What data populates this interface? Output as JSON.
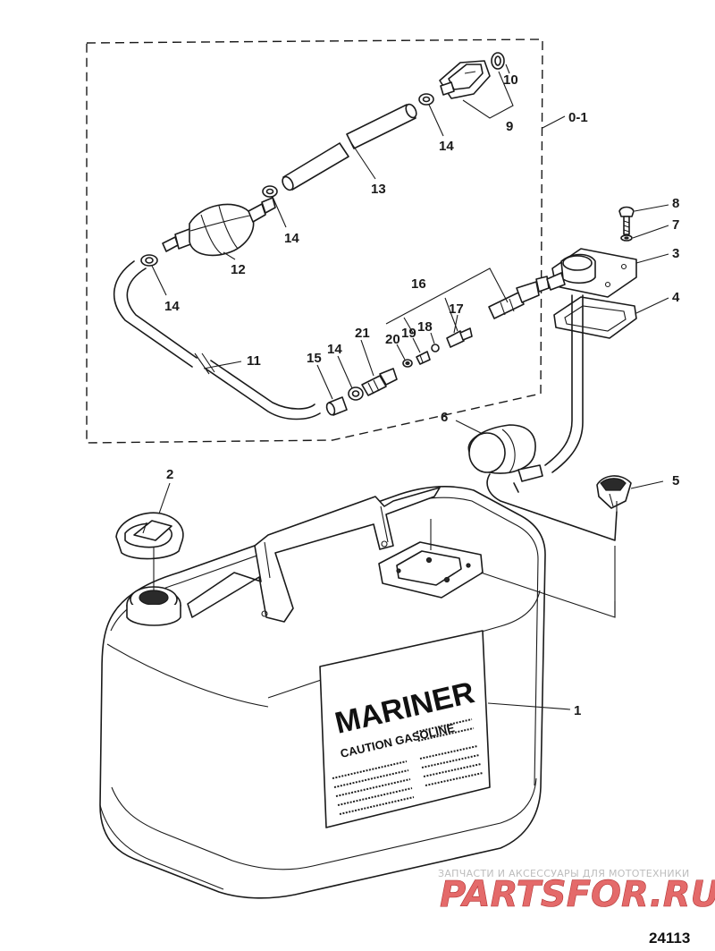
{
  "callouts": {
    "c1": "1",
    "c2": "2",
    "c3": "3",
    "c4": "4",
    "c5": "5",
    "c6": "6",
    "c7": "7",
    "c8": "8",
    "c9": "9",
    "c10": "10",
    "c11": "11",
    "c12": "12",
    "c13": "13",
    "c14a": "14",
    "c14b": "14",
    "c14c": "14",
    "c14d": "14",
    "c15": "15",
    "c16": "16",
    "c17": "17",
    "c18": "18",
    "c19": "19",
    "c20": "20",
    "c21": "21",
    "c01": "0-1"
  },
  "tank_label": {
    "brand": "MARINER",
    "warning": "CAUTION GASOLINE"
  },
  "watermark": {
    "tagline": "ЗАПЧАСТИ И АКСЕССУАРЫ ДЛЯ МОТОТЕХНИКИ",
    "site": "PARTSFOR.RU"
  },
  "figure_number": "24113",
  "colors": {
    "ink": "#1a1a1a",
    "watermark_red": "#e46a6a"
  }
}
